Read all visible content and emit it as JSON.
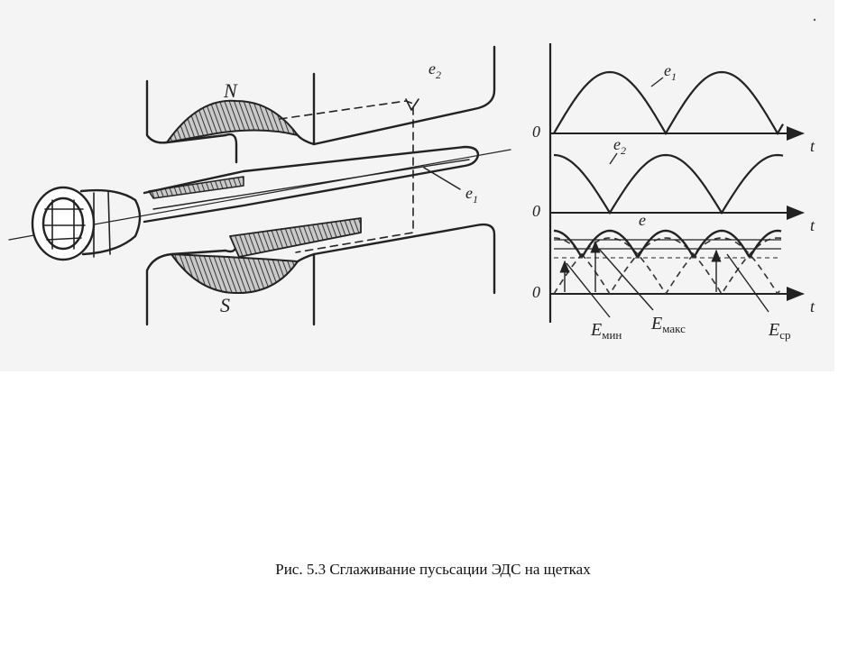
{
  "figure": {
    "machine": {
      "pole_north": "N",
      "pole_south": "S",
      "coil_label_1": "e",
      "coil_label_1_sub": "1",
      "coil_label_2": "e",
      "coil_label_2_sub": "2"
    },
    "graph1": {
      "curve_label": "e",
      "curve_label_sub": "1",
      "zero_label": "0",
      "time_label": "t"
    },
    "graph2": {
      "curve_label": "e",
      "curve_label_sub": "2",
      "zero_label": "0",
      "time_label": "t"
    },
    "graph3": {
      "curve_label": "e",
      "zero_label": "0",
      "time_label": "t",
      "e_min_main": "E",
      "e_min_sub": "мин",
      "e_max_main": "E",
      "e_max_sub": "макс",
      "e_avg_main": "E",
      "e_avg_sub": "ср"
    }
  },
  "caption": "Рис. 5.3 Сглаживание пусьсации ЭДС на щетках"
}
